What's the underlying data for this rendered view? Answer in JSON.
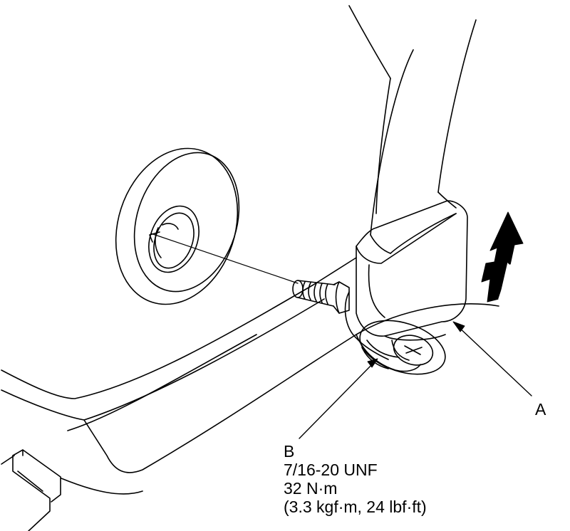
{
  "labels": {
    "a": "A",
    "b": "B"
  },
  "spec": {
    "thread": "7/16-20 UNF",
    "torque_nm": "32 N·m",
    "torque_alt": "(3.3 kgf·m, 24 lbf·ft)"
  },
  "colors": {
    "line": "#000000",
    "background": "#ffffff",
    "arrow_fill": "#000000"
  }
}
